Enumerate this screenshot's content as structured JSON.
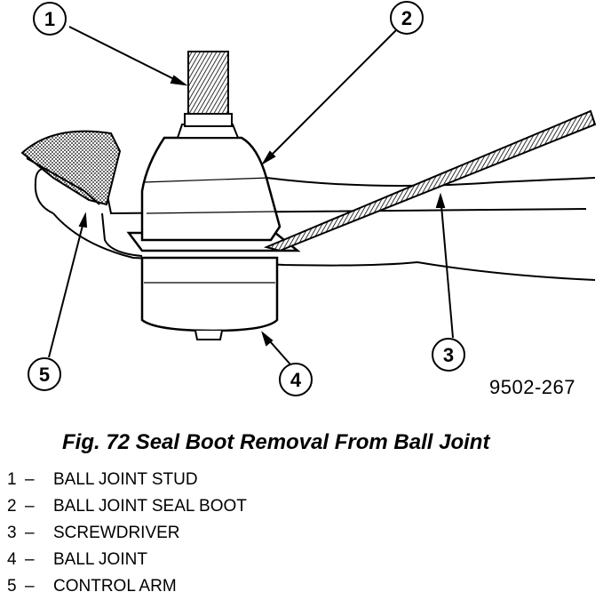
{
  "callouts": [
    "1",
    "2",
    "3",
    "4",
    "5"
  ],
  "figure_code": "9502-267",
  "caption": "Fig. 72 Seal Boot Removal From Ball Joint",
  "legend": [
    {
      "num": "1",
      "sep": "–",
      "label": "BALL JOINT STUD"
    },
    {
      "num": "2",
      "sep": "–",
      "label": "BALL JOINT SEAL BOOT"
    },
    {
      "num": "3",
      "sep": "–",
      "label": "SCREWDRIVER"
    },
    {
      "num": "4",
      "sep": "–",
      "label": "BALL JOINT"
    },
    {
      "num": "5",
      "sep": "–",
      "label": "CONTROL ARM"
    }
  ]
}
